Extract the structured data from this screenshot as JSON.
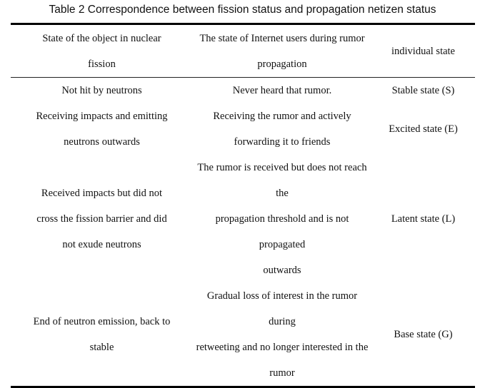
{
  "title": "Table 2 Correspondence between fission status and propagation netizen status",
  "headers": [
    [
      "State of the object in nuclear",
      "fission"
    ],
    [
      "The state of Internet users during rumor",
      "propagation"
    ],
    [
      "individual state"
    ]
  ],
  "rows": [
    [
      [
        "Not hit by neutrons"
      ],
      [
        "Never heard that rumor."
      ],
      [
        "Stable state (S)"
      ]
    ],
    [
      [
        "Receiving impacts and emitting",
        "neutrons outwards"
      ],
      [
        "Receiving the rumor and actively",
        "forwarding it to friends"
      ],
      [
        "Excited state (E)"
      ]
    ],
    [
      [
        "Received impacts but did not",
        "cross the fission barrier and did",
        "not exude neutrons"
      ],
      [
        "The rumor is received but does not reach the",
        "propagation threshold and is not propagated",
        "outwards"
      ],
      [
        "Latent state (L)"
      ]
    ],
    [
      [
        "End of neutron emission, back to",
        "stable"
      ],
      [
        "Gradual loss of interest in the rumor during",
        "retweeting and no longer interested in the",
        "rumor"
      ],
      [
        "Base state (G)"
      ]
    ]
  ]
}
